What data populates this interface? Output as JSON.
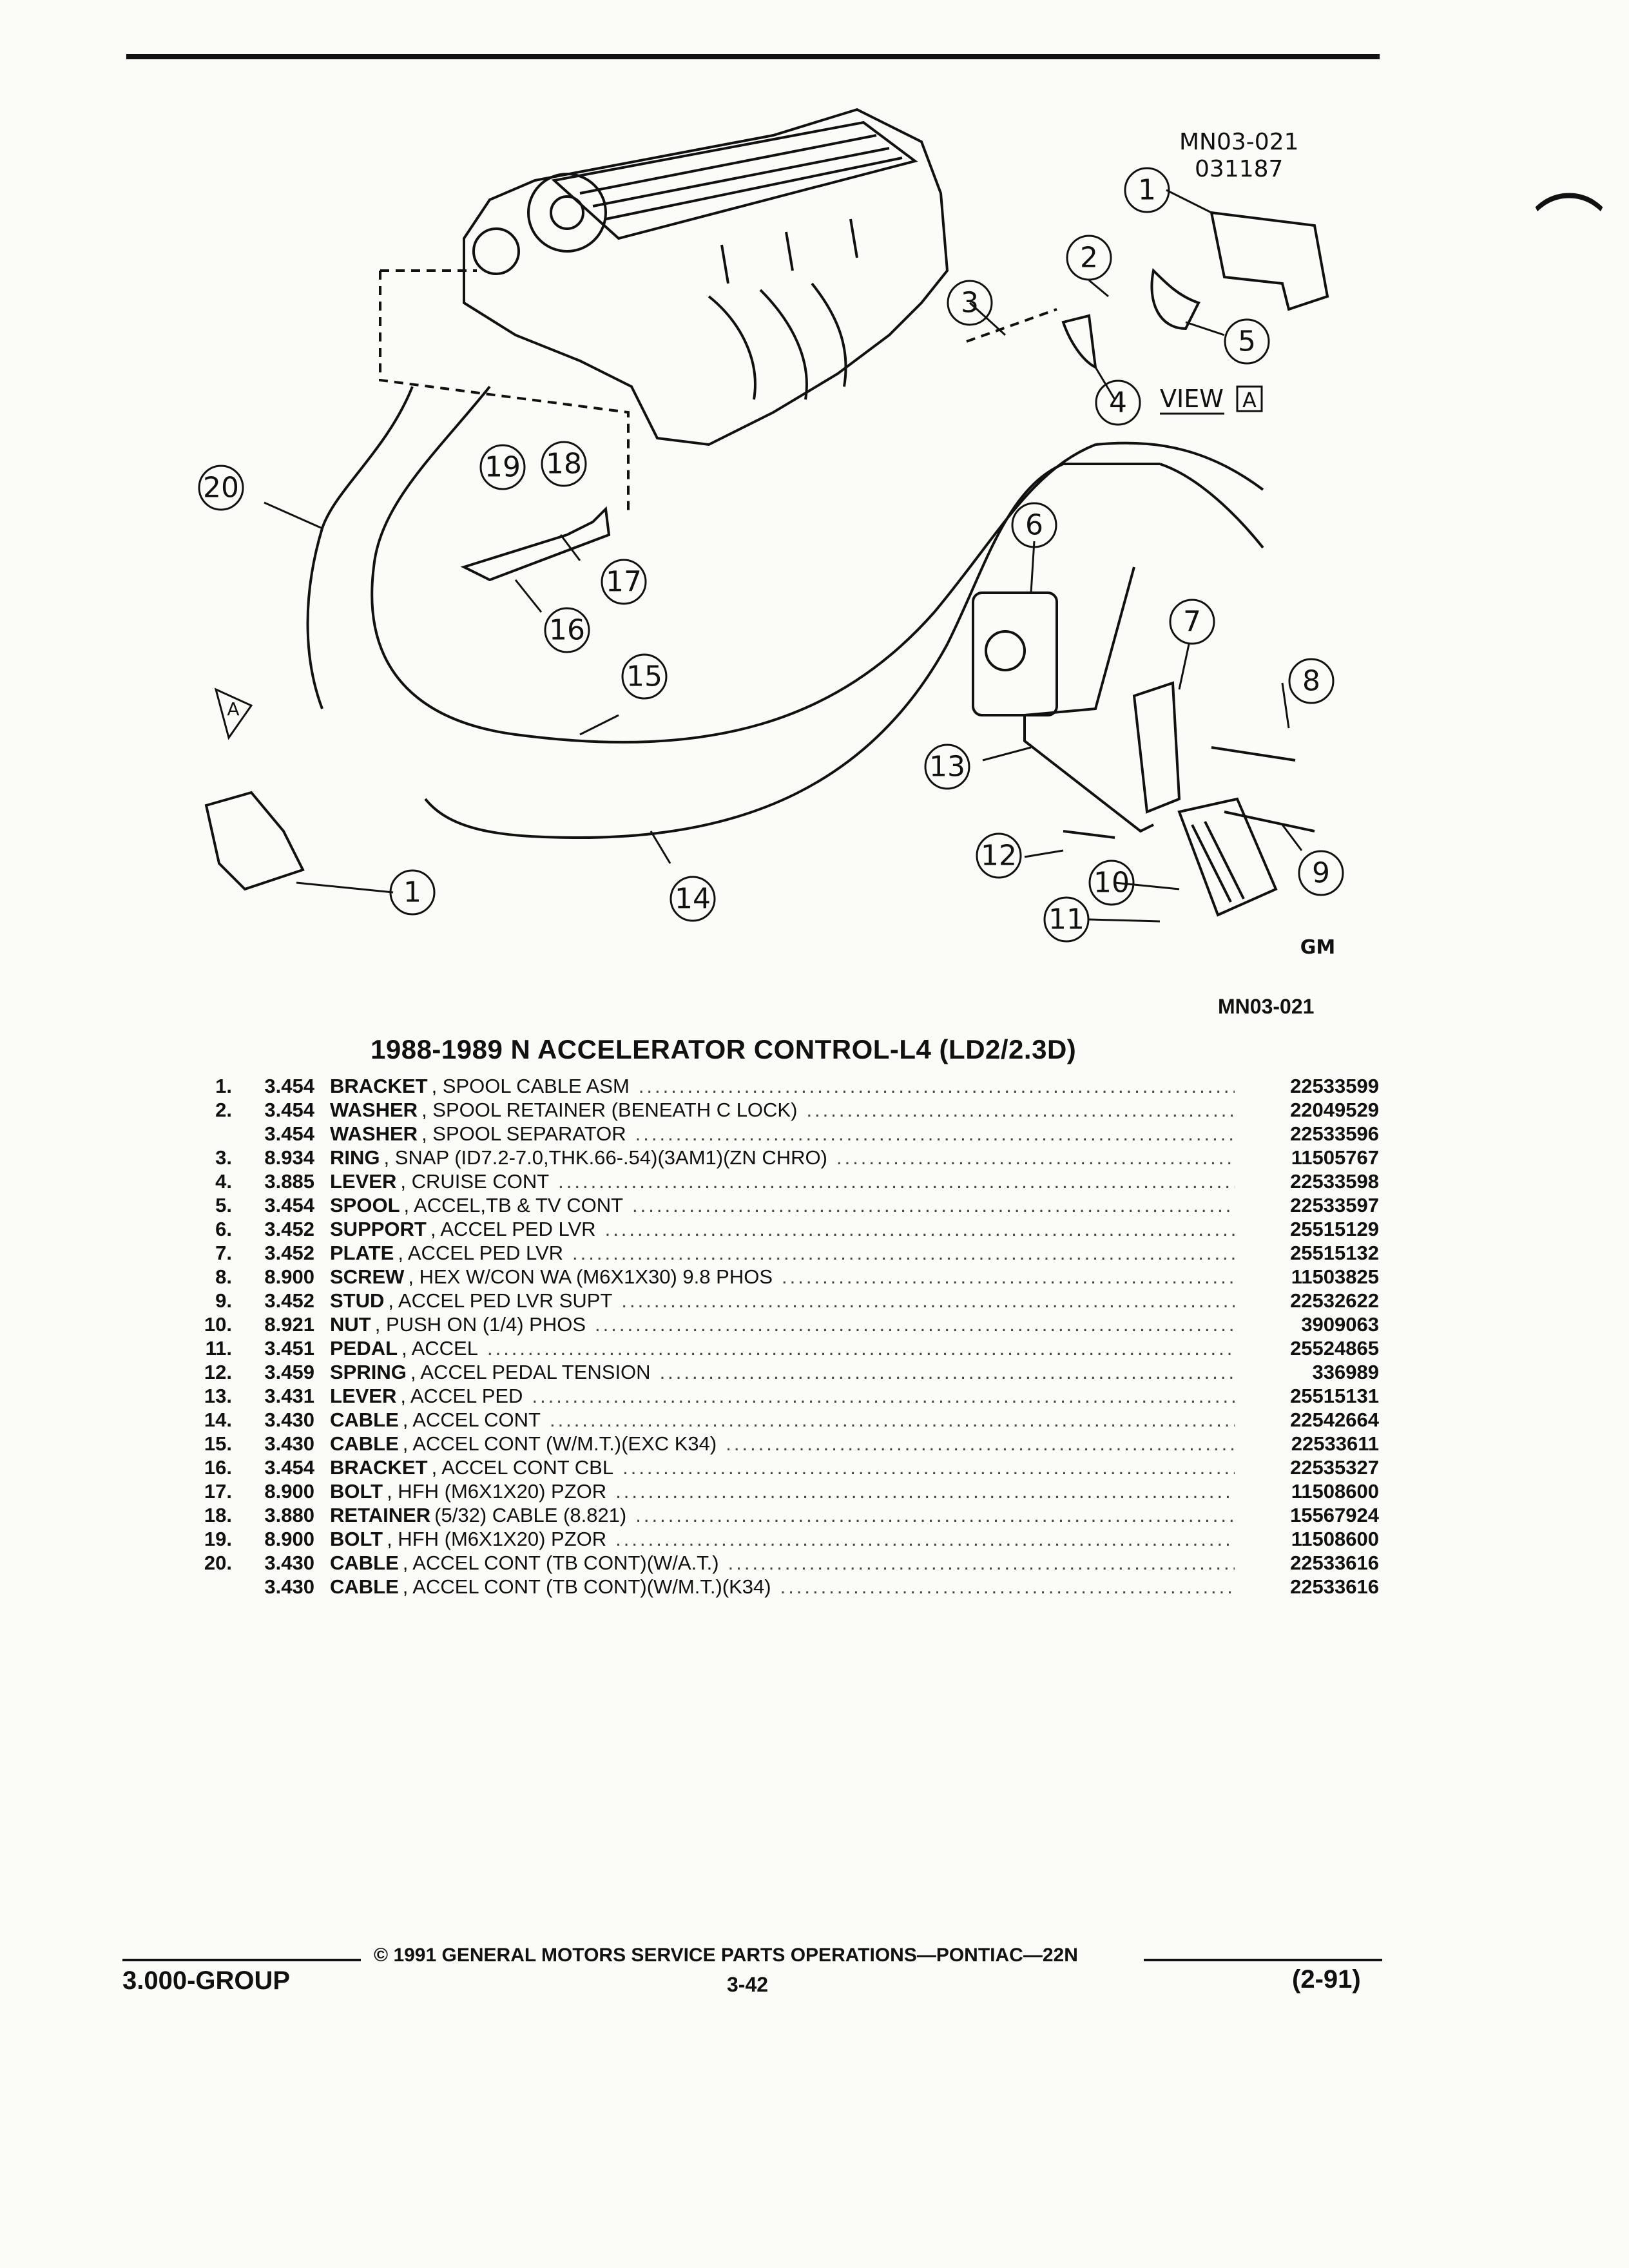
{
  "figure": {
    "code_top": "MN03-021",
    "date_code": "031187",
    "view_label": "VIEW",
    "view_letter": "A",
    "ref_code": "MN03-021",
    "logo": "GM"
  },
  "callouts": [
    "1",
    "2",
    "3",
    "4",
    "5",
    "6",
    "7",
    "8",
    "9",
    "10",
    "11",
    "12",
    "13",
    "14",
    "15",
    "16",
    "17",
    "18",
    "19",
    "20",
    "1"
  ],
  "title": "1988-1989 N ACCELERATOR CONTROL-L4 (LD2/2.3D)",
  "parts": [
    {
      "idx": "1.",
      "group": "3.454",
      "name": "BRACKET",
      "desc": ", SPOOL CABLE ASM",
      "pn": "22533599"
    },
    {
      "idx": "2.",
      "group": "3.454",
      "name": "WASHER",
      "desc": ", SPOOL RETAINER (BENEATH C LOCK)",
      "pn": "22049529"
    },
    {
      "idx": "",
      "group": "3.454",
      "name": "WASHER",
      "desc": ", SPOOL SEPARATOR",
      "pn": "22533596"
    },
    {
      "idx": "3.",
      "group": "8.934",
      "name": "RING",
      "desc": ", SNAP (ID7.2-7.0,THK.66-.54)(3AM1)(ZN CHRO)",
      "pn": "11505767"
    },
    {
      "idx": "4.",
      "group": "3.885",
      "name": "LEVER",
      "desc": ", CRUISE CONT",
      "pn": "22533598"
    },
    {
      "idx": "5.",
      "group": "3.454",
      "name": "SPOOL",
      "desc": ", ACCEL,TB & TV CONT",
      "pn": "22533597"
    },
    {
      "idx": "6.",
      "group": "3.452",
      "name": "SUPPORT",
      "desc": ", ACCEL PED LVR",
      "pn": "25515129"
    },
    {
      "idx": "7.",
      "group": "3.452",
      "name": "PLATE",
      "desc": ", ACCEL PED LVR",
      "pn": "25515132"
    },
    {
      "idx": "8.",
      "group": "8.900",
      "name": "SCREW",
      "desc": ", HEX W/CON WA (M6X1X30) 9.8 PHOS",
      "pn": "11503825"
    },
    {
      "idx": "9.",
      "group": "3.452",
      "name": "STUD",
      "desc": ", ACCEL PED LVR SUPT",
      "pn": "22532622"
    },
    {
      "idx": "10.",
      "group": "8.921",
      "name": "NUT",
      "desc": ", PUSH ON (1/4) PHOS",
      "pn": "3909063"
    },
    {
      "idx": "11.",
      "group": "3.451",
      "name": "PEDAL",
      "desc": ", ACCEL",
      "pn": "25524865"
    },
    {
      "idx": "12.",
      "group": "3.459",
      "name": "SPRING",
      "desc": ", ACCEL PEDAL TENSION",
      "pn": "336989"
    },
    {
      "idx": "13.",
      "group": "3.431",
      "name": "LEVER",
      "desc": ", ACCEL PED",
      "pn": "25515131"
    },
    {
      "idx": "14.",
      "group": "3.430",
      "name": "CABLE",
      "desc": ", ACCEL CONT",
      "pn": "22542664"
    },
    {
      "idx": "15.",
      "group": "3.430",
      "name": "CABLE",
      "desc": ", ACCEL CONT (W/M.T.)(EXC K34)",
      "pn": "22533611"
    },
    {
      "idx": "16.",
      "group": "3.454",
      "name": "BRACKET",
      "desc": ", ACCEL CONT CBL",
      "pn": "22535327"
    },
    {
      "idx": "17.",
      "group": "8.900",
      "name": "BOLT",
      "desc": ", HFH (M6X1X20) PZOR",
      "pn": "11508600"
    },
    {
      "idx": "18.",
      "group": "3.880",
      "name": "RETAINER",
      "desc": "(5/32) CABLE (8.821)",
      "pn": "15567924"
    },
    {
      "idx": "19.",
      "group": "8.900",
      "name": "BOLT",
      "desc": ", HFH (M6X1X20) PZOR",
      "pn": "11508600"
    },
    {
      "idx": "20.",
      "group": "3.430",
      "name": "CABLE",
      "desc": ", ACCEL CONT (TB CONT)(W/A.T.)",
      "pn": "22533616"
    },
    {
      "idx": "",
      "group": "3.430",
      "name": "CABLE",
      "desc": ", ACCEL CONT (TB CONT)(W/M.T.)(K34)",
      "pn": "22533616"
    }
  ],
  "footer": {
    "copyright": "© 1991 GENERAL MOTORS SERVICE PARTS OPERATIONS—PONTIAC—22N",
    "group": "3.000-GROUP",
    "page": "3-42",
    "revision": "(2-91)"
  }
}
